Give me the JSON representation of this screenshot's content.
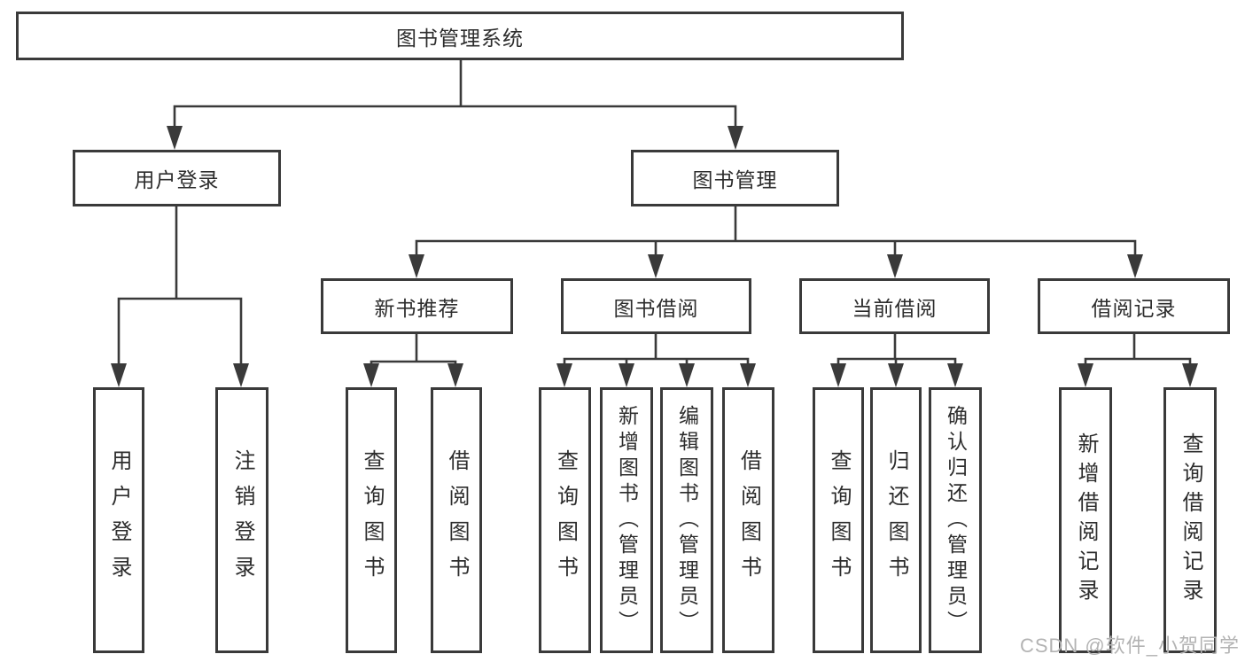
{
  "root": {
    "label": "图书管理系统"
  },
  "level2": {
    "user_login": "用户登录",
    "book_mgmt": "图书管理"
  },
  "level3": {
    "new_book": "新书推荐",
    "book_borrow": "图书借阅",
    "current_borrow": "当前借阅",
    "borrow_record": "借阅记录"
  },
  "leaves": {
    "user_login": [
      "用户登录",
      "注销登录"
    ],
    "new_book": [
      "查询图书",
      "借阅图书"
    ],
    "book_borrow": [
      "查询图书",
      "新增图书（管理员）",
      "编辑图书（管理员）",
      "借阅图书"
    ],
    "current_borrow": [
      "查询图书",
      "归还图书",
      "确认归还（管理员）"
    ],
    "borrow_record": [
      "新增借阅记录",
      "查询借阅记录"
    ]
  },
  "watermark": "CSDN @软件_小贺同学",
  "colors": {
    "line": "#3a3a3a",
    "text": "#2d2d2d",
    "background": "#ffffff",
    "watermark": "#b3b3b3"
  }
}
